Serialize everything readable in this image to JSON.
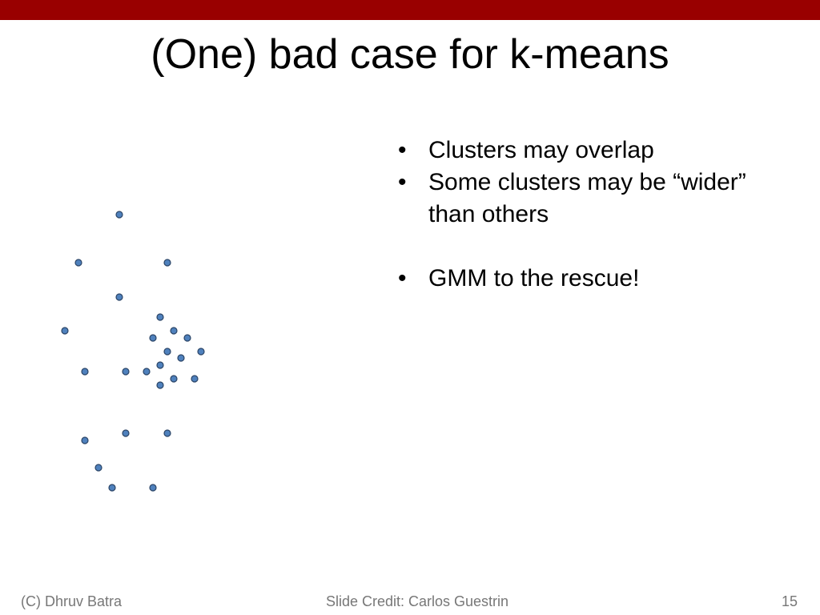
{
  "theme": {
    "accent": "#990000",
    "point_fill": "#4f81bd",
    "point_stroke": "#2a4466",
    "footer_color": "#777777"
  },
  "slide": {
    "title": "(One) bad case for k-means",
    "bullets": [
      "Clusters may overlap",
      "Some clusters may be “wider” than others",
      "GMM to the rescue!"
    ],
    "footer": {
      "left": "(C) Dhruv Batra",
      "center": "Slide Credit: Carlos Guestrin",
      "right": "15"
    }
  },
  "chart_data": {
    "type": "scatter",
    "x": [
      149,
      98,
      209,
      149,
      81,
      200,
      191,
      217,
      234,
      209,
      251,
      226,
      200,
      106,
      157,
      183,
      217,
      243,
      200,
      106,
      157,
      209,
      123,
      140,
      191
    ],
    "y": [
      268,
      328,
      328,
      371,
      413,
      396,
      422,
      413,
      422,
      439,
      439,
      447,
      456,
      464,
      464,
      464,
      473,
      473,
      481,
      550,
      541,
      541,
      584,
      609,
      609
    ]
  }
}
